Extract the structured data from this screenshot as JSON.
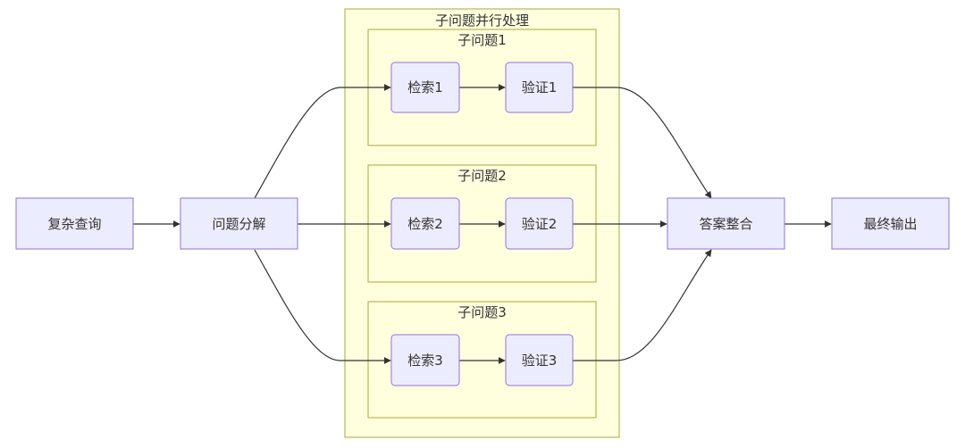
{
  "diagram": {
    "type": "flowchart",
    "direction": "left-to-right",
    "colors": {
      "node_fill": "#ececff",
      "node_stroke": "#9370db",
      "cluster_fill": "#ffffde",
      "cluster_stroke": "#aaaa33",
      "edge": "#333333",
      "text": "#333333"
    },
    "clusters": {
      "parallel": {
        "label": "子问题并行处理"
      },
      "sub1": {
        "label": "子问题1"
      },
      "sub2": {
        "label": "子问题2"
      },
      "sub3": {
        "label": "子问题3"
      }
    },
    "nodes": {
      "query": {
        "label": "复杂查询"
      },
      "decompose": {
        "label": "问题分解"
      },
      "retrieve1": {
        "label": "检索1"
      },
      "verify1": {
        "label": "验证1"
      },
      "retrieve2": {
        "label": "检索2"
      },
      "verify2": {
        "label": "验证2"
      },
      "retrieve3": {
        "label": "检索3"
      },
      "verify3": {
        "label": "验证3"
      },
      "integrate": {
        "label": "答案整合"
      },
      "output": {
        "label": "最终输出"
      }
    },
    "edges": [
      {
        "from": "复杂查询",
        "to": "问题分解"
      },
      {
        "from": "问题分解",
        "to": "检索1"
      },
      {
        "from": "问题分解",
        "to": "检索2"
      },
      {
        "from": "问题分解",
        "to": "检索3"
      },
      {
        "from": "检索1",
        "to": "验证1"
      },
      {
        "from": "检索2",
        "to": "验证2"
      },
      {
        "from": "检索3",
        "to": "验证3"
      },
      {
        "from": "验证1",
        "to": "答案整合"
      },
      {
        "from": "验证2",
        "to": "答案整合"
      },
      {
        "from": "验证3",
        "to": "答案整合"
      },
      {
        "from": "答案整合",
        "to": "最终输出"
      }
    ]
  }
}
